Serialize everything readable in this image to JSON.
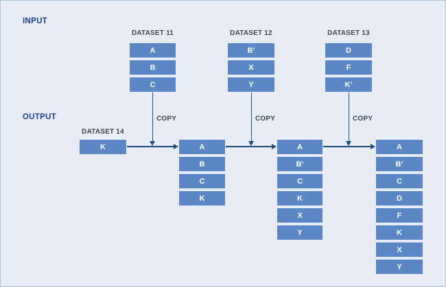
{
  "labels": {
    "input": "INPUT",
    "output": "OUTPUT"
  },
  "copy_labels": [
    "COPY",
    "COPY",
    "COPY"
  ],
  "input_datasets": [
    {
      "title": "DATASET 11",
      "items": [
        "A",
        "B",
        "C"
      ]
    },
    {
      "title": "DATASET 12",
      "items": [
        "B’",
        "X",
        "Y"
      ]
    },
    {
      "title": "DATASET 13",
      "items": [
        "D",
        "F",
        "K’"
      ]
    }
  ],
  "output": {
    "seed": {
      "title": "DATASET 14",
      "items": [
        "K"
      ]
    },
    "stages": [
      {
        "items": [
          "A",
          "B",
          "C",
          "K"
        ]
      },
      {
        "items": [
          "A",
          "B’",
          "C",
          "K",
          "X",
          "Y"
        ]
      },
      {
        "items": [
          "A",
          "B’",
          "C",
          "D",
          "F",
          "K",
          "X",
          "Y"
        ]
      }
    ]
  },
  "colors": {
    "background": "#e8edf5",
    "box_fill": "#5b87c6",
    "box_text": "#ffffff",
    "arrow": "#1b4a80",
    "section_label": "#1d3f99",
    "caption": "#3d464f",
    "canvas_border": "#aebfd5"
  }
}
